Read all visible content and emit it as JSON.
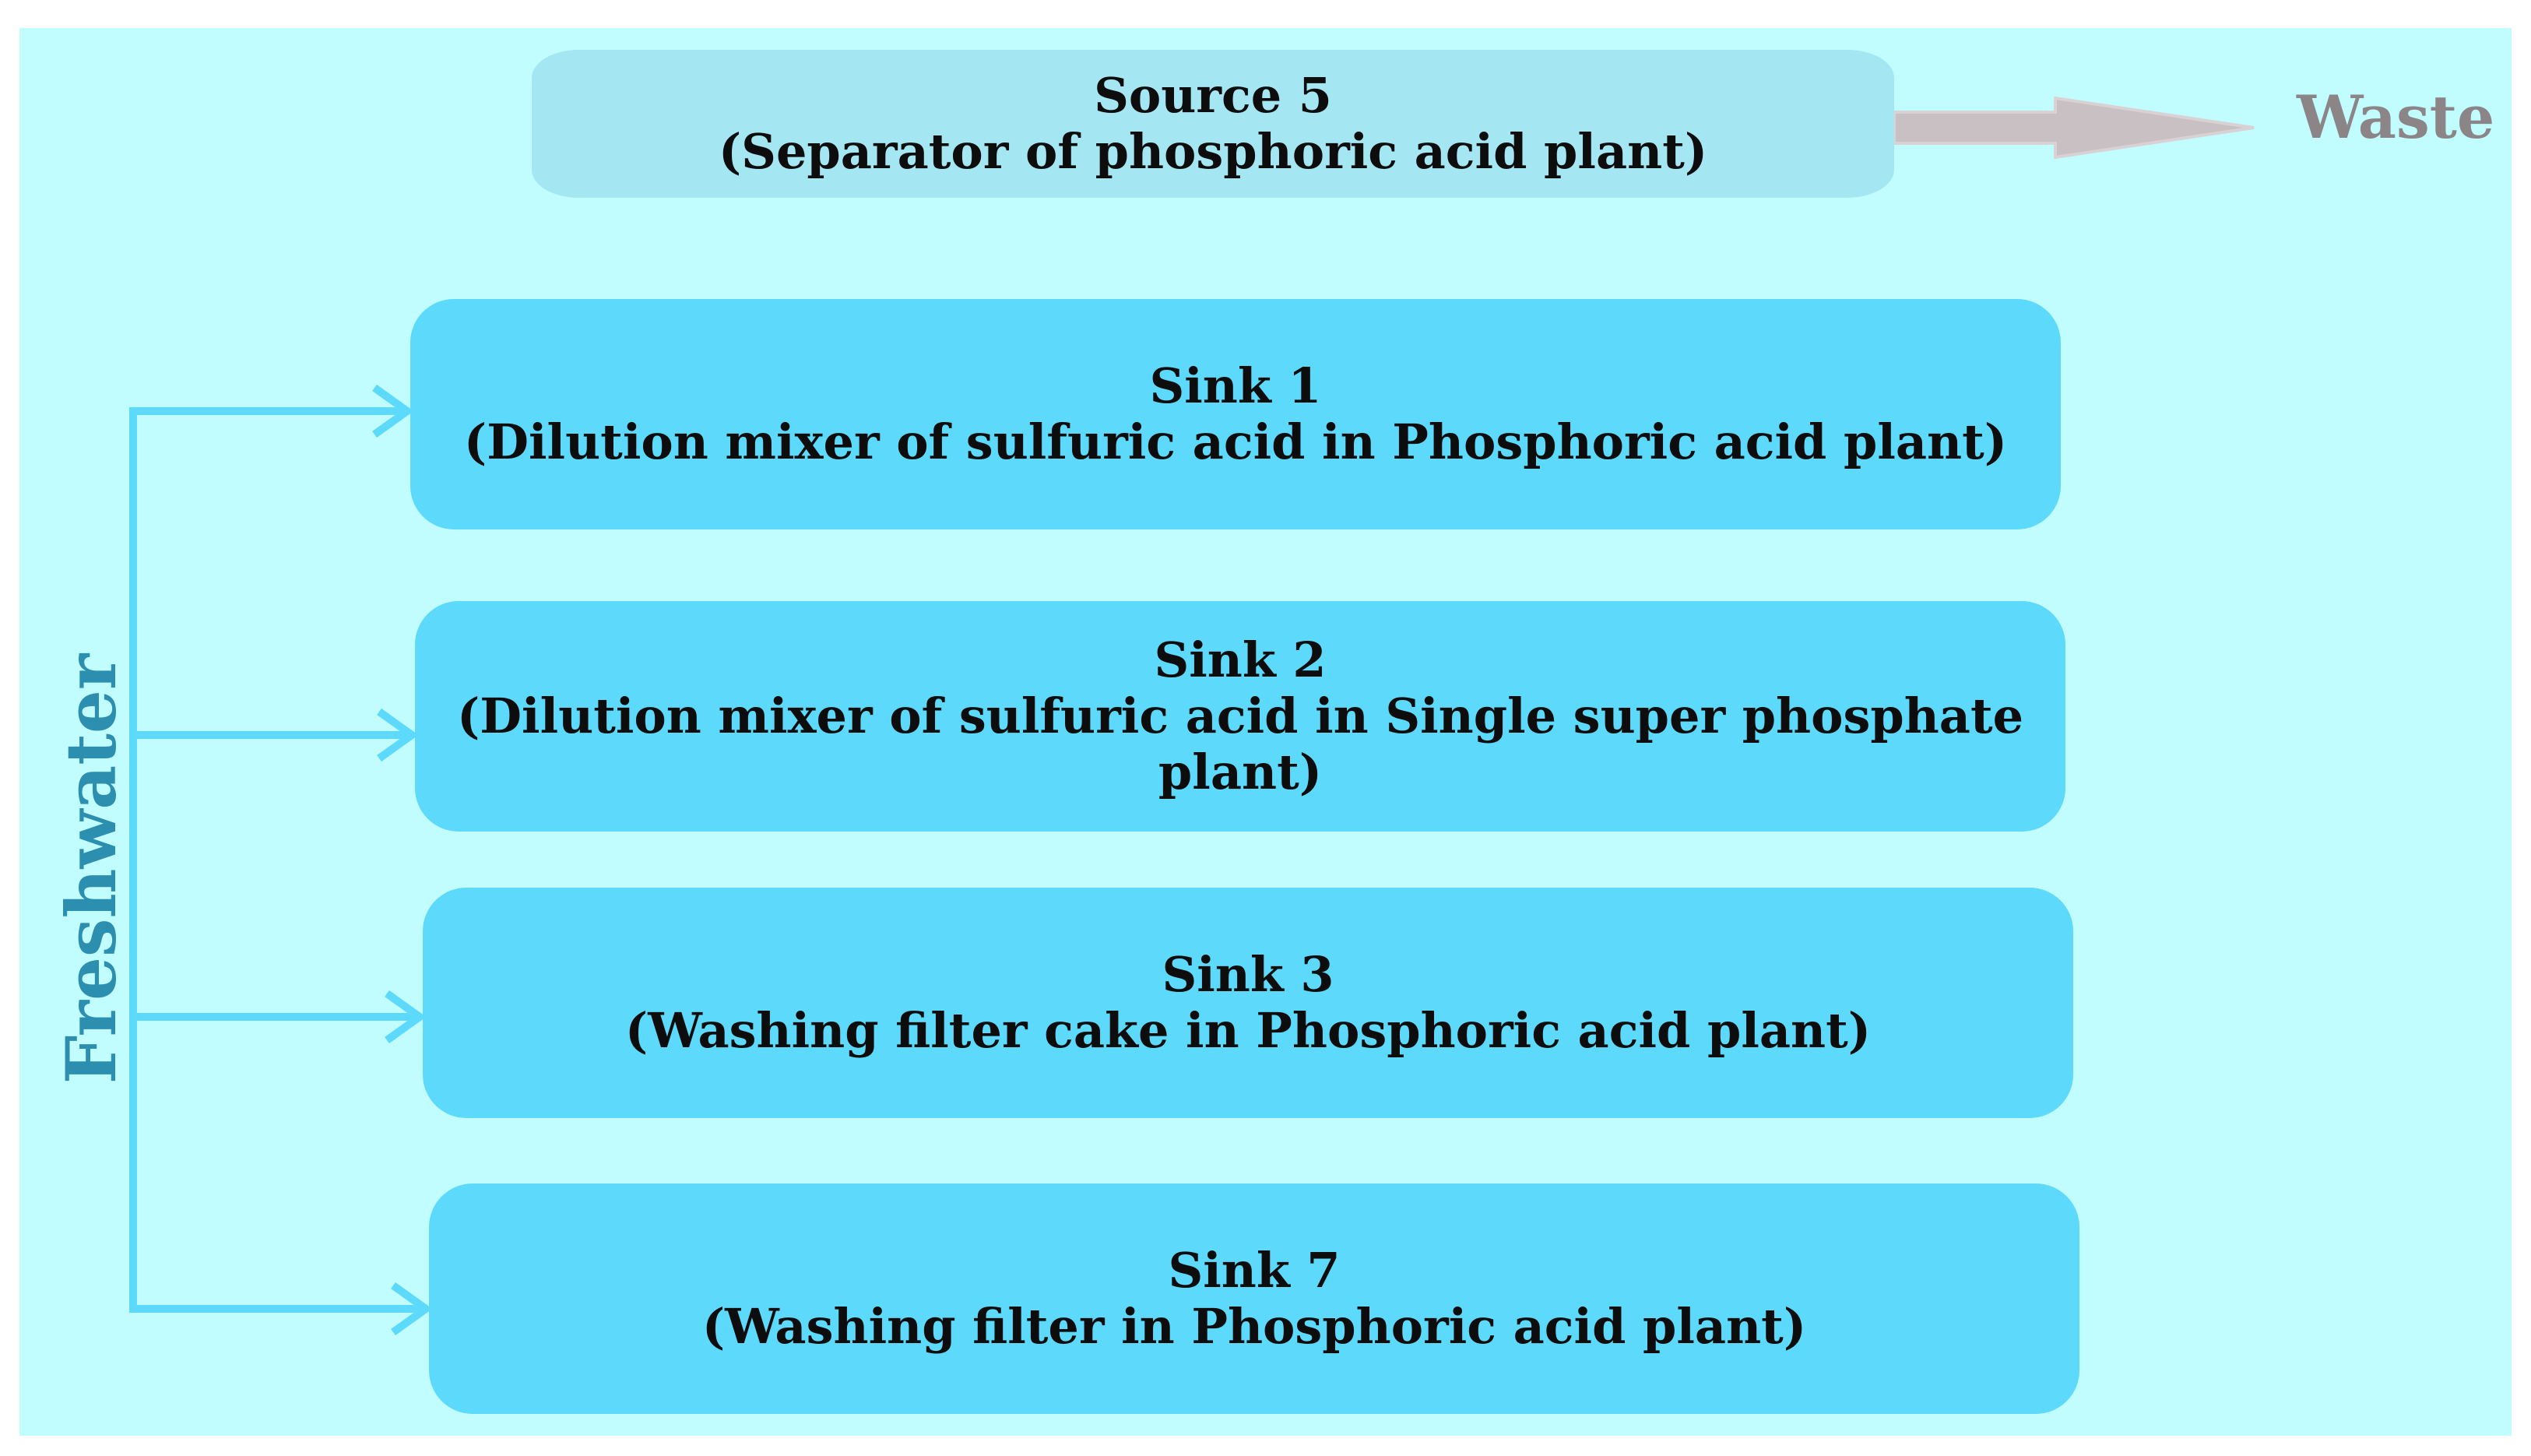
{
  "diagram": {
    "source": {
      "title": "Source 5",
      "subtitle": "(Separator of phosphoric acid plant)"
    },
    "waste_label": "Waste",
    "freshwater_label": "Freshwater",
    "sinks": [
      {
        "title": "Sink 1",
        "line1": "(Dilution mixer of sulfuric acid in Phosphoric acid plant)",
        "line2": ""
      },
      {
        "title": "Sink 2",
        "line1": "(Dilution mixer of sulfuric acid in Single super phosphate",
        "line2": "plant)"
      },
      {
        "title": "Sink 3",
        "line1": "(Washing filter cake in Phosphoric acid plant)",
        "line2": ""
      },
      {
        "title": "Sink 7",
        "line1": "(Washing filter in Phosphoric acid plant)",
        "line2": ""
      }
    ]
  },
  "colors": {
    "background": "#c1fdff",
    "source_fill": "#a5e6f3",
    "sink_fill": "#5cd9fb",
    "freshwater_line": "#5cd9fb",
    "freshwater_text": "#2c8fb0",
    "waste_arrow": "#c8c0c2",
    "waste_text": "#8c8587"
  },
  "icons": {
    "waste_arrow": "right-block-arrow-icon",
    "sink_arrows": "right-arrow-icon"
  }
}
